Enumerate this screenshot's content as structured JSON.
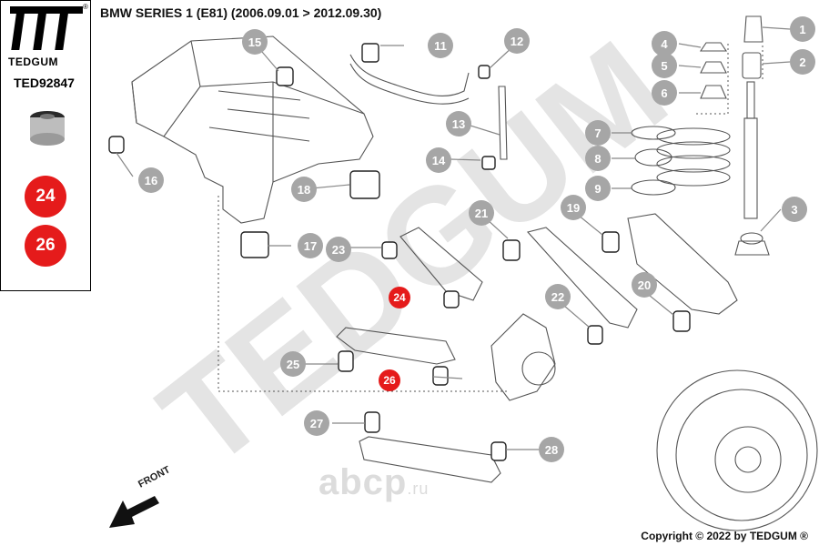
{
  "brand": {
    "name": "TEDGUM",
    "registered": "®"
  },
  "part_number": "TED92847",
  "highlighted_refs": [
    "24",
    "26"
  ],
  "title": "BMW SERIES 1 (E81)  (2006.09.01 > 2012.09.30)",
  "copyright": "Copyright © 2022 by TEDGUM ®",
  "front_label": "FRONT",
  "watermark": {
    "brand": "TEDGUM",
    "site": "abcp",
    "site_suffix": ".ru"
  },
  "callouts": [
    "1",
    "2",
    "3",
    "4",
    "5",
    "6",
    "7",
    "8",
    "9",
    "11",
    "12",
    "13",
    "14",
    "15",
    "16",
    "17",
    "18",
    "19",
    "20",
    "21",
    "22",
    "23",
    "24",
    "25",
    "26",
    "27",
    "28"
  ],
  "colors": {
    "highlight": "#e51b1b",
    "callout_grey": "#a6a6a6",
    "watermark": "#dcdcdc"
  }
}
